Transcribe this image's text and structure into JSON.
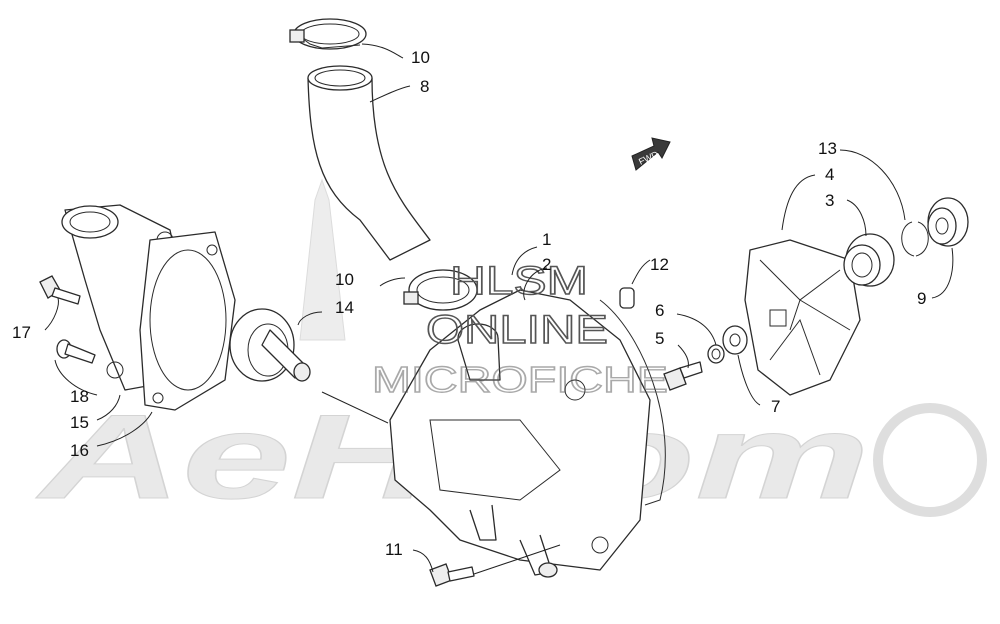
{
  "callouts": {
    "c1": "1",
    "c2": "2",
    "c3": "3",
    "c4": "4",
    "c5": "5",
    "c6": "6",
    "c7": "7",
    "c8": "8",
    "c9": "9",
    "c10a": "10",
    "c10b": "10",
    "c11": "11",
    "c12": "12",
    "c13": "13",
    "c14": "14",
    "c15": "15",
    "c16": "16",
    "c17": "17",
    "c18": "18"
  },
  "watermark": {
    "line1": "HLSM",
    "line2": "ONLINE",
    "line3": "MICROFICHE",
    "brand": "AeHNom"
  },
  "direction_arrow": {
    "label": "FWD"
  }
}
